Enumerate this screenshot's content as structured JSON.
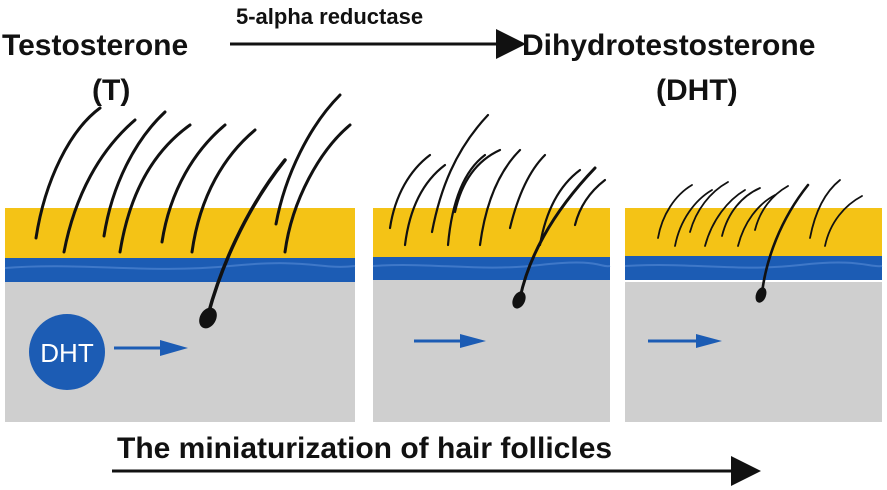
{
  "title_left": "Testosterone",
  "title_left_abbr": "(T)",
  "enzyme": "5-alpha reductase",
  "title_right": "Dihydrotestosterone",
  "title_right_abbr": "(DHT)",
  "dht_badge": "DHT",
  "caption": "The miniaturization of hair follicles",
  "colors": {
    "skin": "#f4c316",
    "dermis": "#1c5cb4",
    "tissue": "#cfcfcf",
    "arrow": "#1c5cb4"
  }
}
